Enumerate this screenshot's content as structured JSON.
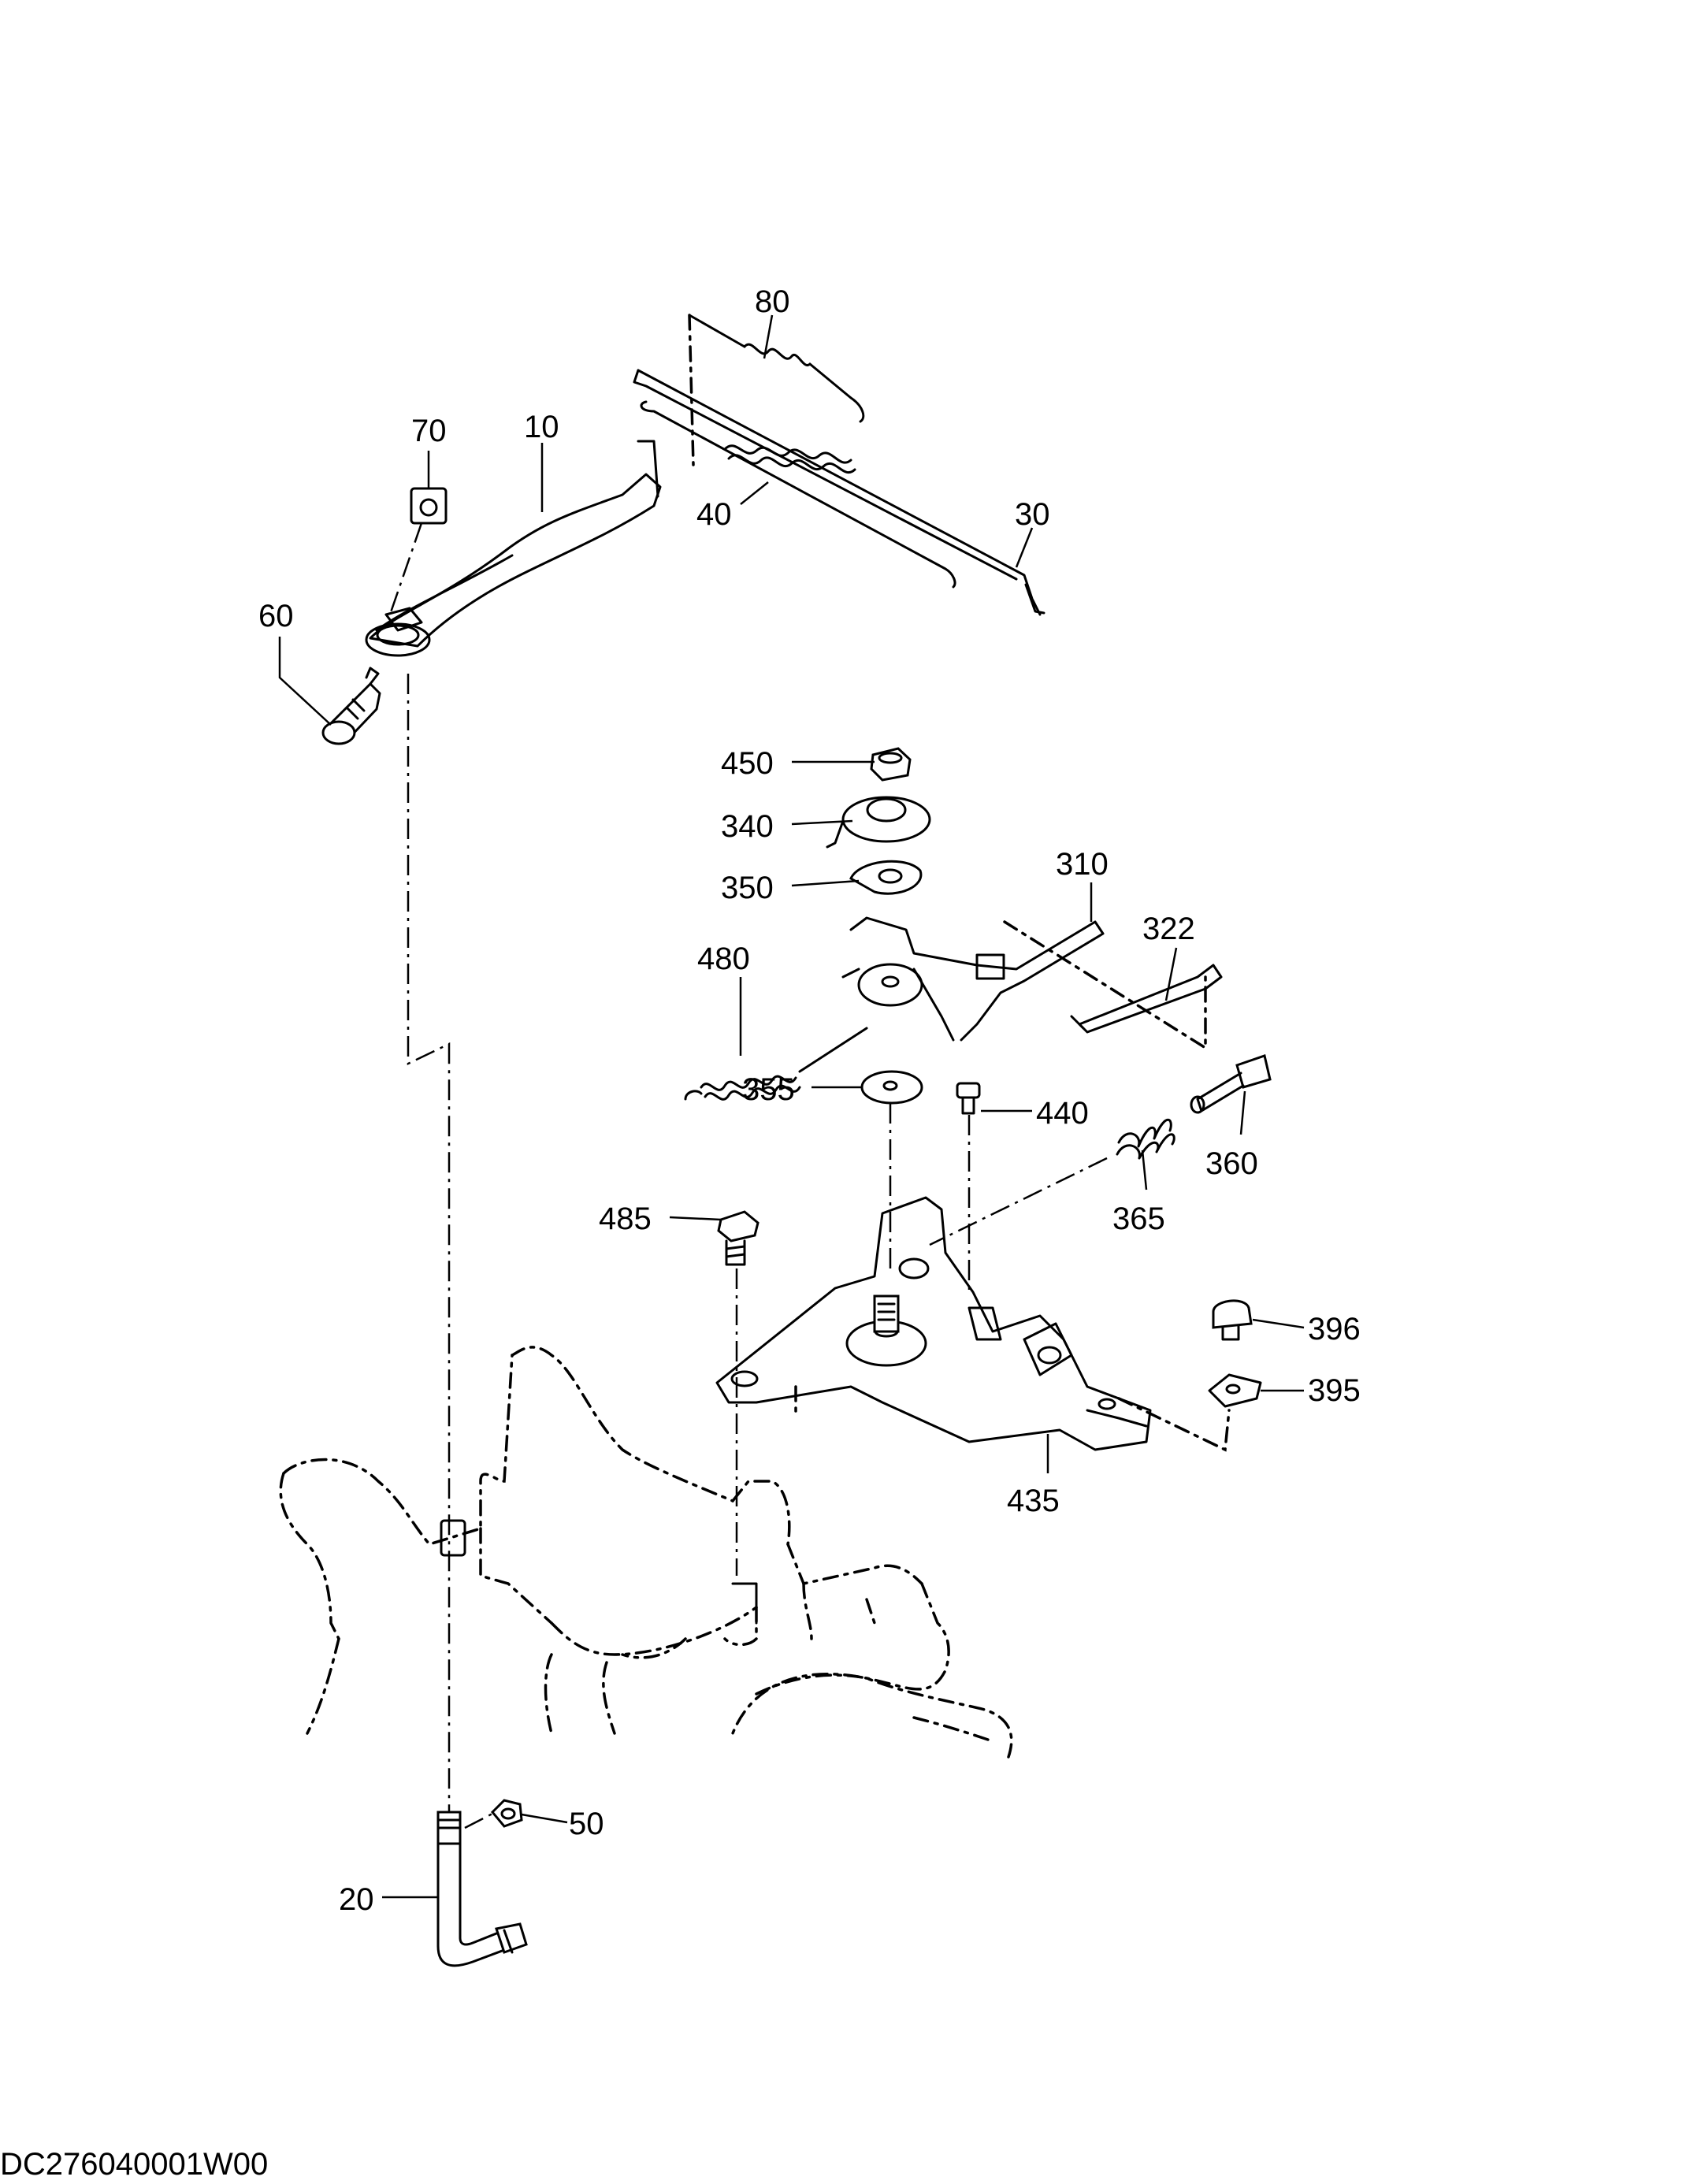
{
  "drawing_code": "DC276040001W00",
  "callouts": [
    {
      "id": "p80",
      "label": "80"
    },
    {
      "id": "p70",
      "label": "70"
    },
    {
      "id": "p10",
      "label": "10"
    },
    {
      "id": "p40",
      "label": "40"
    },
    {
      "id": "p30",
      "label": "30"
    },
    {
      "id": "p60",
      "label": "60"
    },
    {
      "id": "p450",
      "label": "450"
    },
    {
      "id": "p340",
      "label": "340"
    },
    {
      "id": "p350",
      "label": "350"
    },
    {
      "id": "p310",
      "label": "310"
    },
    {
      "id": "p322",
      "label": "322"
    },
    {
      "id": "p480",
      "label": "480"
    },
    {
      "id": "p355",
      "label": "355"
    },
    {
      "id": "p440",
      "label": "440"
    },
    {
      "id": "p360",
      "label": "360"
    },
    {
      "id": "p365",
      "label": "365"
    },
    {
      "id": "p485",
      "label": "485"
    },
    {
      "id": "p396",
      "label": "396"
    },
    {
      "id": "p395",
      "label": "395"
    },
    {
      "id": "p435",
      "label": "435"
    },
    {
      "id": "p50",
      "label": "50"
    },
    {
      "id": "p20",
      "label": "20"
    }
  ]
}
